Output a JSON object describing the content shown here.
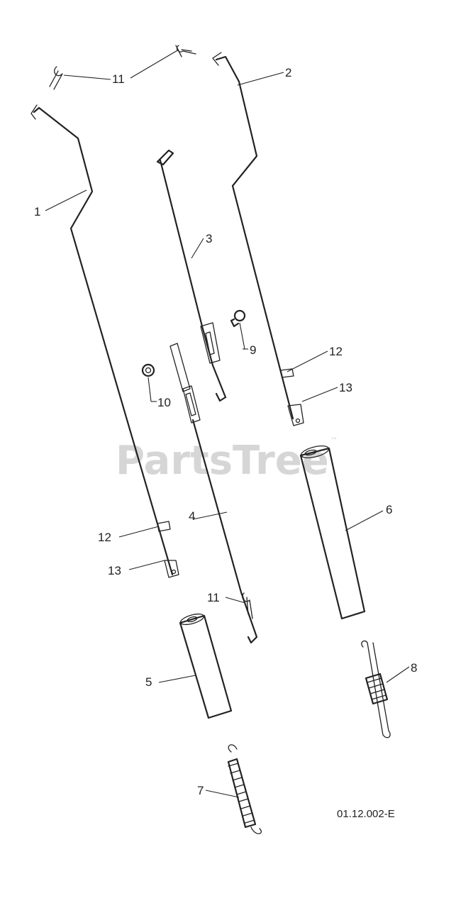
{
  "watermark": {
    "text": "PartsTree",
    "trademark": "™"
  },
  "reference_code": "01.12.002-E",
  "callouts": {
    "c1": "1",
    "c2": "2",
    "c3": "3",
    "c4": "4",
    "c5": "5",
    "c6": "6",
    "c7": "7",
    "c8": "8",
    "c9": "9",
    "c10": "10",
    "c11a": "11",
    "c11b": "11",
    "c12a": "12",
    "c12b": "12",
    "c13a": "13",
    "c13b": "13"
  }
}
